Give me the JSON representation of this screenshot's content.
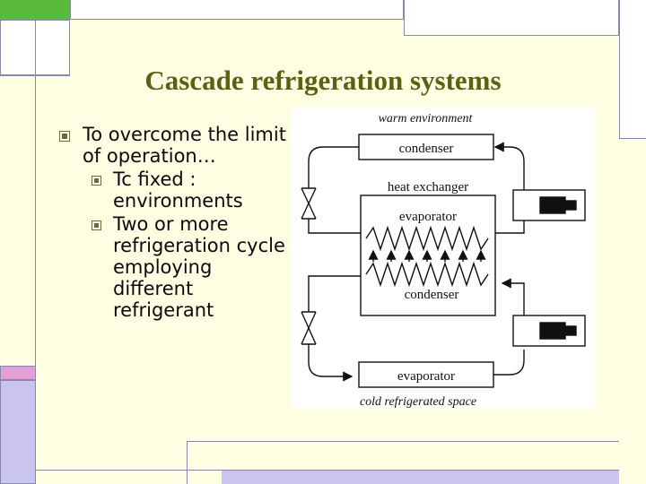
{
  "slide": {
    "title": "Cascade refrigeration systems",
    "bullets": [
      {
        "level": 1,
        "text": "To overcome the limit of operation…"
      },
      {
        "level": 2,
        "text": "Tc fixed : environments"
      },
      {
        "level": 2,
        "text": "Two or more refrigeration cycle employing different refrigerant"
      }
    ]
  },
  "diagram": {
    "warm_label": "warm environment",
    "condenser_top": "condenser",
    "heat_exchanger": "heat exchanger",
    "evaporator_mid": "evaporator",
    "condenser_mid": "condenser",
    "evaporator_bottom": "evaporator",
    "cold_label": "cold refrigerated space"
  },
  "colors": {
    "background": "#FFFFE3",
    "title": "#5F5F13",
    "green_accent": "#5ABA3C",
    "pink_accent": "#E3A0D8",
    "lavender_accent": "#C9C4F0",
    "grid_lines": "#8888AA"
  }
}
